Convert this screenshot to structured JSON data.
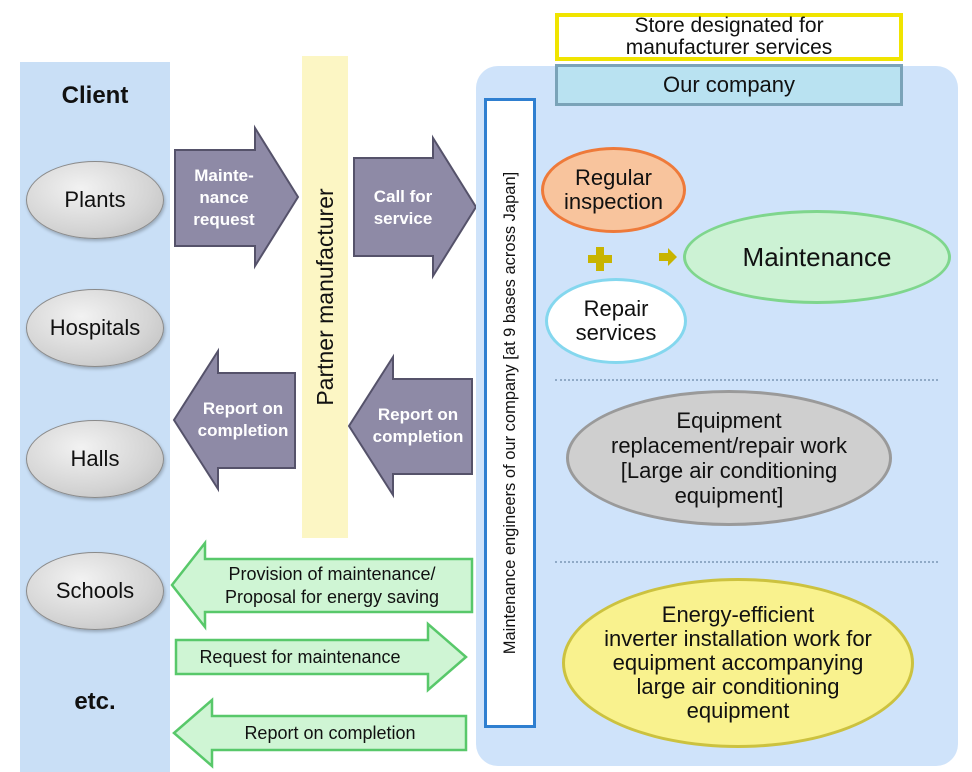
{
  "client": {
    "title": "Client",
    "items": [
      "Plants",
      "Hospitals",
      "Halls",
      "Schools"
    ],
    "etc": "etc."
  },
  "partner": {
    "label": "Partner manufacturer"
  },
  "arrows": {
    "maintenance_request": [
      "Mainte-",
      "nance",
      "request"
    ],
    "call_for_service": [
      "Call for",
      "service"
    ],
    "report_left": [
      "Report on",
      "completion"
    ],
    "report_right": [
      "Report on",
      "completion"
    ],
    "provision": [
      "Provision of maintenance/",
      "Proposal for energy saving"
    ],
    "request_maintenance": "Request for maintenance",
    "report_bottom": "Report on completion"
  },
  "company": {
    "store_label": [
      "Store designated for",
      "manufacturer services"
    ],
    "our_company": "Our company",
    "engineers_label": "Maintenance engineers of our company [at 9 bases across Japan]",
    "regular_inspection": [
      "Regular",
      "inspection"
    ],
    "repair_services": [
      "Repair",
      "services"
    ],
    "maintenance": "Maintenance",
    "equipment_work": [
      "Equipment",
      "replacement/repair work",
      "[Large air conditioning",
      "equipment]"
    ],
    "energy_work": [
      "Energy-efficient",
      "inverter installation work for",
      "equipment accompanying",
      "large air conditioning",
      "equipment"
    ]
  },
  "colors": {
    "client_bg": "#c9dff6",
    "partner_bg": "#fcf6c4",
    "company_bg": "#cfe3fa",
    "arrow_purple": "#8e8aa6",
    "arrow_green_fill": "#cff5d4",
    "arrow_green_stroke": "#58c86a",
    "plus_gold": "#c8b400"
  },
  "icons": {
    "plus": "plus-icon",
    "small_arrow": "small-arrow-icon"
  }
}
